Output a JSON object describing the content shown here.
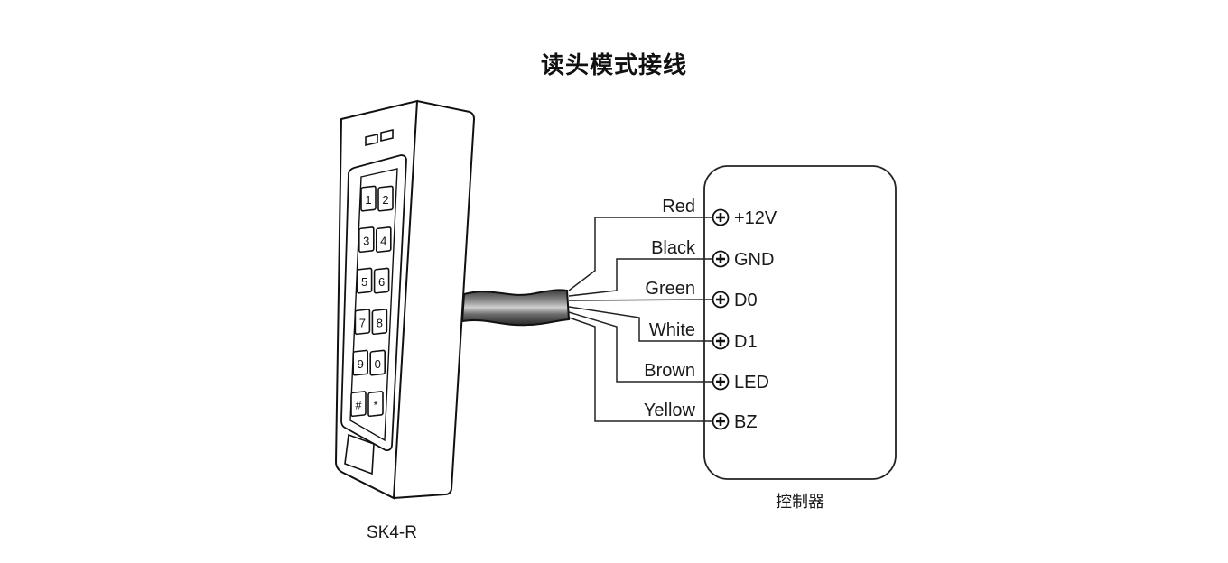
{
  "title": "读头模式接线",
  "reader": {
    "model": "SK4-R",
    "keys": [
      "1",
      "2",
      "3",
      "4",
      "5",
      "6",
      "7",
      "8",
      "9",
      "0",
      "#",
      "*"
    ]
  },
  "controller": {
    "label": "控制器",
    "terminals": [
      "+12V",
      "GND",
      "D0",
      "D1",
      "LED",
      "BZ"
    ]
  },
  "wires": [
    {
      "color_name": "Red",
      "terminal": "+12V"
    },
    {
      "color_name": "Black",
      "terminal": "GND"
    },
    {
      "color_name": "Green",
      "terminal": "D0"
    },
    {
      "color_name": "White",
      "terminal": "D1"
    },
    {
      "color_name": "Brown",
      "terminal": "LED"
    },
    {
      "color_name": "Yellow",
      "terminal": "BZ"
    }
  ]
}
